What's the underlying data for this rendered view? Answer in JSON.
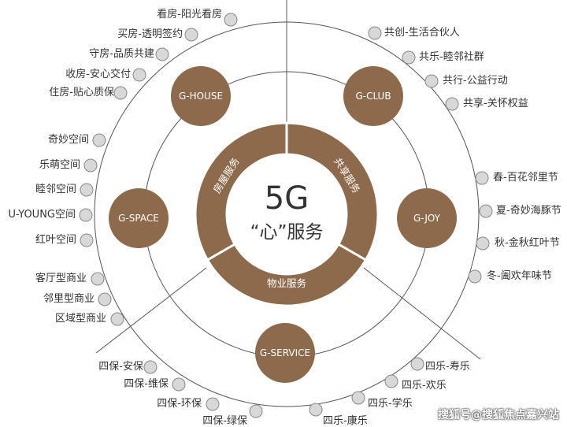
{
  "center": {
    "title": "5G",
    "subtitle": "“心”服务",
    "segments": [
      {
        "id": "house-service",
        "label": "房屋服务"
      },
      {
        "id": "shared-service",
        "label": "共享服务"
      },
      {
        "id": "property-service",
        "label": "物业服务"
      }
    ]
  },
  "nodes": [
    {
      "id": "g-house",
      "label": "G-HOUSE"
    },
    {
      "id": "g-club",
      "label": "G-CLUB"
    },
    {
      "id": "g-space",
      "label": "G-SPACE"
    },
    {
      "id": "g-joy",
      "label": "G-JOY"
    },
    {
      "id": "g-service",
      "label": "G-SERVICE"
    }
  ],
  "items": [
    {
      "id": "kanfang",
      "label": "看房-阳光看房"
    },
    {
      "id": "maifang",
      "label": "买房-透明签约"
    },
    {
      "id": "shoufang",
      "label": "守房-品质共建"
    },
    {
      "id": "shoufang2",
      "label": "收房-安心交付"
    },
    {
      "id": "zhufang",
      "label": "住房-贴心质保"
    },
    {
      "id": "gongchuang",
      "label": "共创-生活合伙人"
    },
    {
      "id": "gongle",
      "label": "共乐-睦邻社群"
    },
    {
      "id": "gongxing",
      "label": "共行-公益行动"
    },
    {
      "id": "gongxiang",
      "label": "共享-关怀权益"
    },
    {
      "id": "qimiao",
      "label": "奇妙空间"
    },
    {
      "id": "lemeng",
      "label": "乐萌空间"
    },
    {
      "id": "mulin",
      "label": "睦邻空间"
    },
    {
      "id": "uyoung",
      "label": "U-YOUNG空间"
    },
    {
      "id": "hongye",
      "label": "红叶空间"
    },
    {
      "id": "keting",
      "label": "客厅型商业"
    },
    {
      "id": "linli",
      "label": "邻里型商业"
    },
    {
      "id": "quyu",
      "label": "区域型商业"
    },
    {
      "id": "chun",
      "label": "春-百花邻里节"
    },
    {
      "id": "xia",
      "label": "夏-奇妙海豚节"
    },
    {
      "id": "qiu",
      "label": "秋-金秋红叶节"
    },
    {
      "id": "dong",
      "label": "冬-阖欢年味节"
    },
    {
      "id": "anbao",
      "label": "四保-安保"
    },
    {
      "id": "weibao",
      "label": "四保-维保"
    },
    {
      "id": "huanbao",
      "label": "四保-环保"
    },
    {
      "id": "lvbao",
      "label": "四保-绿保"
    },
    {
      "id": "shoule",
      "label": "四乐-寿乐"
    },
    {
      "id": "huanle",
      "label": "四乐-欢乐"
    },
    {
      "id": "xuele",
      "label": "四乐-学乐"
    },
    {
      "id": "kangle",
      "label": "四乐-康乐"
    }
  ],
  "watermark": "搜狐号@搜狐焦点嘉兴站",
  "colors": {
    "accent": "#8c6a4b",
    "line": "#555555",
    "dot_fill": "#d8d8d8",
    "dot_stroke": "#888888"
  }
}
